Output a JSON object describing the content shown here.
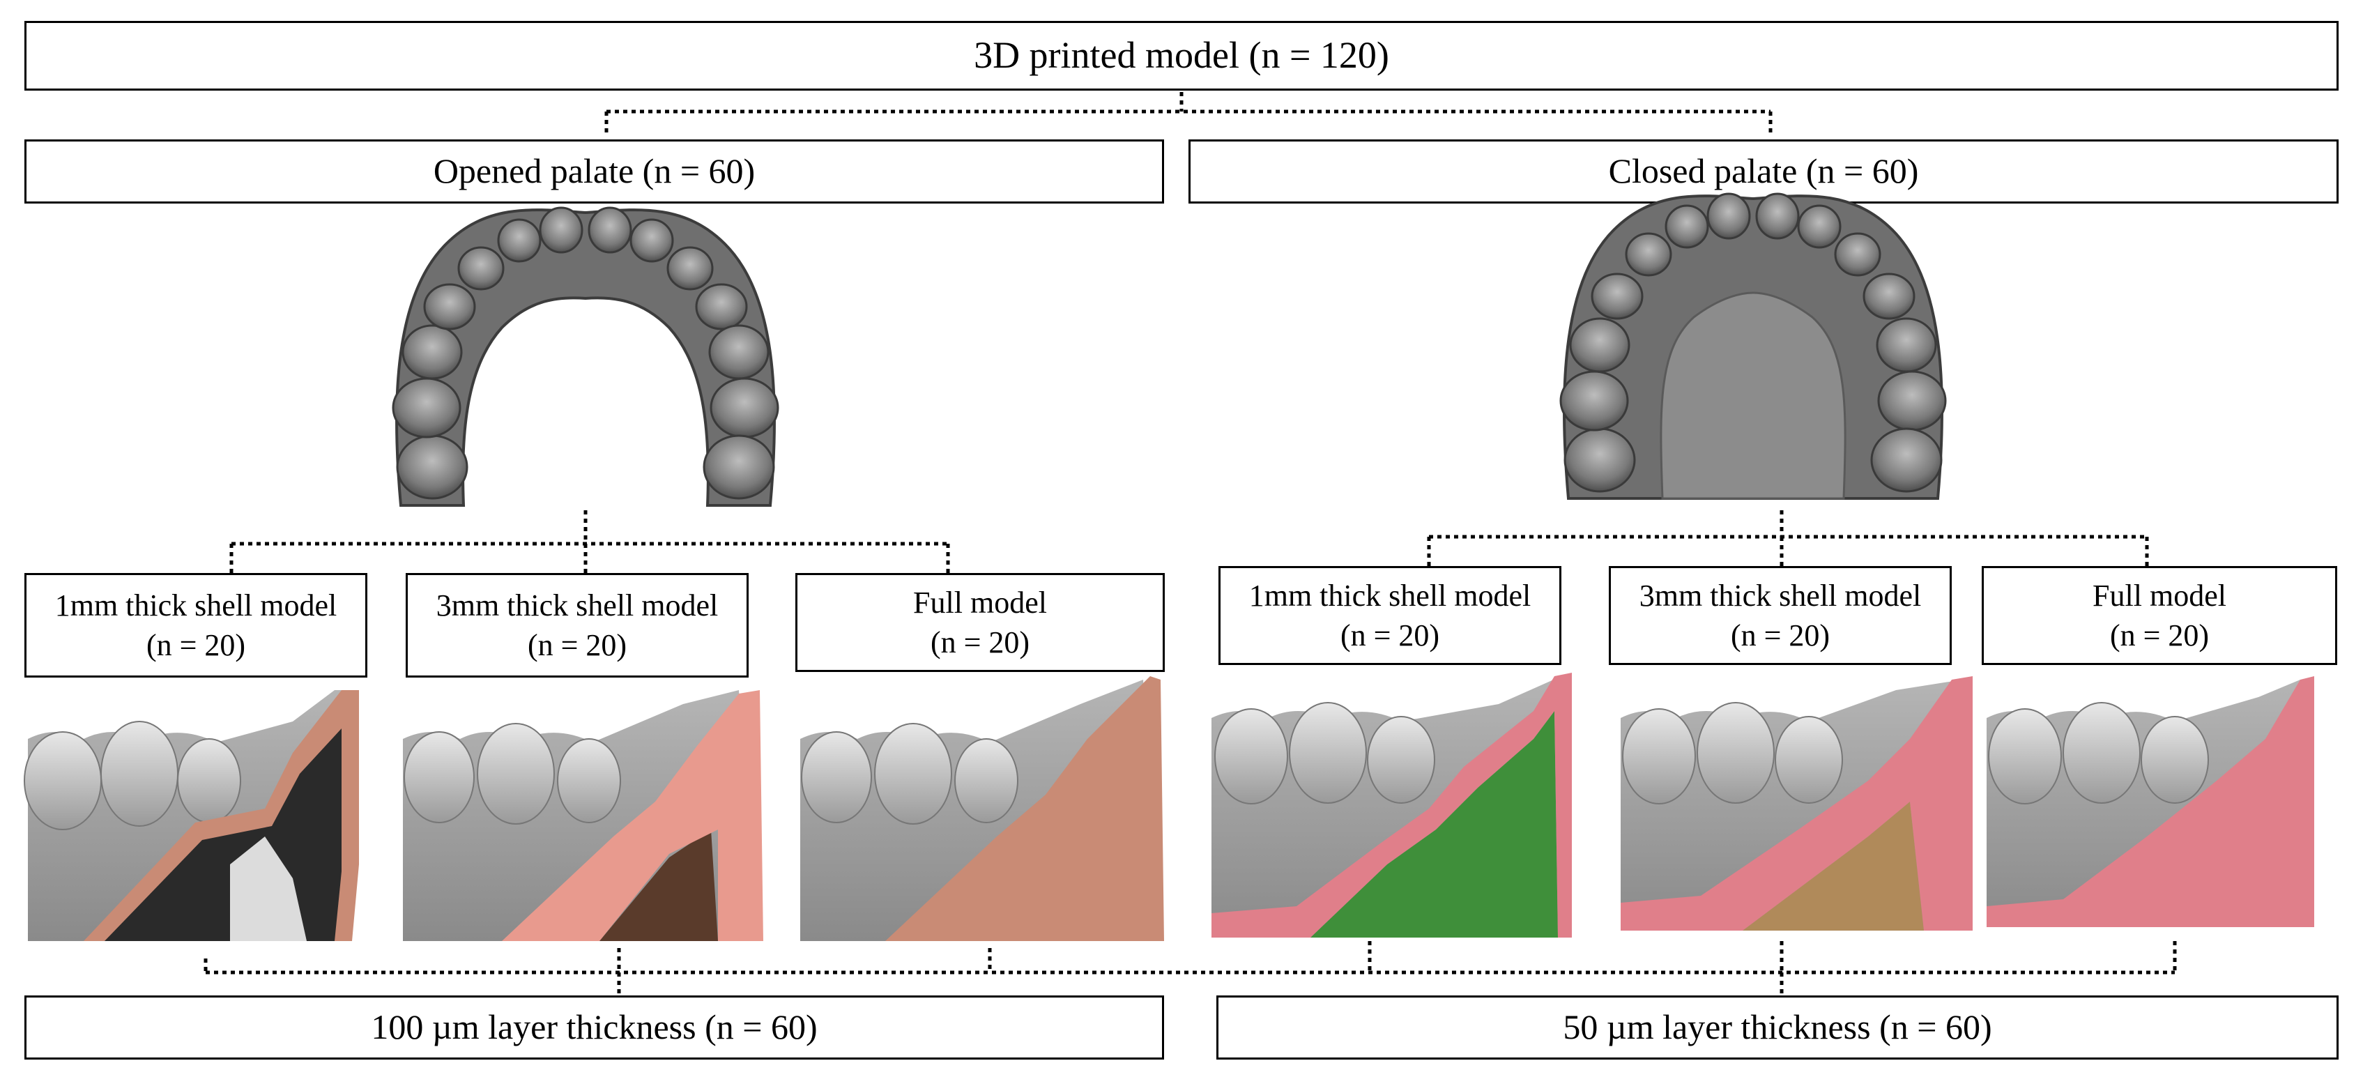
{
  "root": {
    "label": "3D printed model (n = 120)"
  },
  "palate": {
    "opened": {
      "label": "Opened palate (n = 60)"
    },
    "closed": {
      "label": "Closed palate (n = 60)"
    }
  },
  "models": {
    "opened": [
      {
        "name": "1mm thick shell model",
        "count": "(n = 20)"
      },
      {
        "name": "3mm thick shell model",
        "count": "(n = 20)"
      },
      {
        "name": "Full model",
        "count": "(n = 20)"
      }
    ],
    "closed": [
      {
        "name": "1mm thick shell model",
        "count": "(n = 20)"
      },
      {
        "name": "3mm thick shell model",
        "count": "(n = 20)"
      },
      {
        "name": "Full model",
        "count": "(n = 20)"
      }
    ]
  },
  "layers": {
    "left": {
      "label": "100 µm layer thickness (n = 60)"
    },
    "right": {
      "label": "50 µm layer thickness (n = 60)"
    }
  },
  "colors": {
    "shell_opened": "#c98b75",
    "shell_opened_light": "#e89a8e",
    "shell_closed": "#e07f8a",
    "inner_green": "#3f8f3a",
    "inner_brown": "#6e4a35",
    "inner_tan": "#b08a5a",
    "tooth_gray": "#8c8c8c"
  }
}
